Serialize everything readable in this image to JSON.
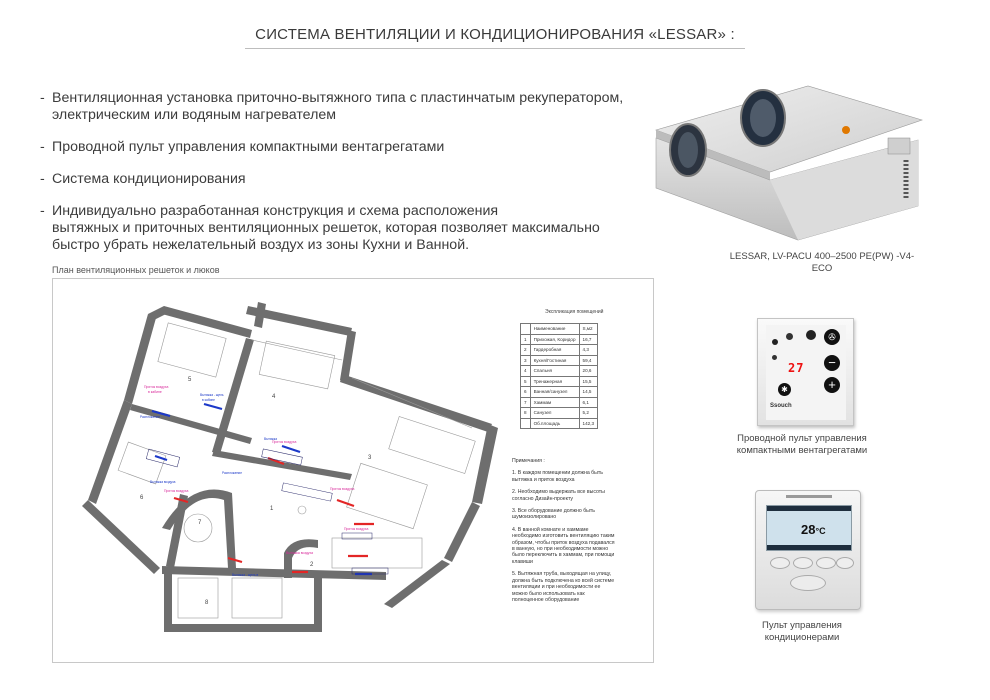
{
  "title": "СИСТЕМА ВЕНТИЛЯЦИИ И КОНДИЦИОНИРОВАНИЯ «LESSAR» :",
  "bullets": [
    "Вентиляционная установка приточно-вытяжного типа с пластинчатым рекуператором,\nэлектрическим или водяным нагревателем",
    "Проводной пульт управления компактными вентагрегатами",
    "Система кондиционирования",
    "Индивидуально разработанная конструкция и схема расположения\nвытяжных и приточных вентиляционных решеток, которая позволяет максимально\nбыстро убрать нежелательный воздух из зоны Кухни и Ванной."
  ],
  "plan": {
    "caption": "План вентиляционных решеток и люков",
    "explication_title": "Экспликация помещений",
    "table_header": [
      "",
      "Наименование",
      "S,м2"
    ],
    "rooms": [
      [
        "1",
        "Прихожая, Коридор",
        "16,7"
      ],
      [
        "2",
        "Гардеробная",
        "4,3"
      ],
      [
        "3",
        "Кухня/Гостиная",
        "59,4"
      ],
      [
        "4",
        "Спальня",
        "20,6"
      ],
      [
        "5",
        "Тренажерная",
        "15,5"
      ],
      [
        "6",
        "Ванная/санузел",
        "14,5"
      ],
      [
        "7",
        "Хаммам",
        "6,1"
      ],
      [
        "8",
        "Санузел",
        "5,2"
      ],
      [
        "",
        "Об.площадь",
        "142,3"
      ]
    ],
    "notes_header": "Примечания :",
    "notes": [
      "1. В каждом помещении должна быть\nвытяжка и приток воздуха",
      "2. Необходимо выдержать все высоты\nсогласно Дизайн-проекту",
      "3. Все оборудование должно быть\nшумоизолировано",
      "4. В ванной комнате и хаммаме\nнеобходимо изготовить вентиляцию таким\nобразом, чтобы приток воздуха подавался\nв ванную, но при необходимости можно\nбыло переключить в хаммам, при помощи\nклавиши",
      "5. Вытяжная труба, выходящая на улицу,\nдолжна быть подключена ко всей системе\nвентиляции и при необходимости ее\nможно было использовать как\nполноценное оборудование"
    ],
    "room_numbers": [
      "1",
      "2",
      "3",
      "4",
      "5",
      "6",
      "7",
      "8"
    ]
  },
  "devices": {
    "unit_caption": "LESSAR, LV-PACU 400–2500 PE(PW) -V4-ECO",
    "panel1_caption": "Проводной пульт управления\nкомпактными вентагрегатами",
    "panel1_display": "27",
    "panel1_brand": "Ssouch",
    "panel2_caption": "Пульт управления\nкондиционерами",
    "panel2_display": "28",
    "panel2_unit": "°C"
  },
  "colors": {
    "wall": "#707070",
    "accent_red": "#e32626",
    "accent_blue": "#1c39c9",
    "label_magenta": "#d8289a"
  }
}
